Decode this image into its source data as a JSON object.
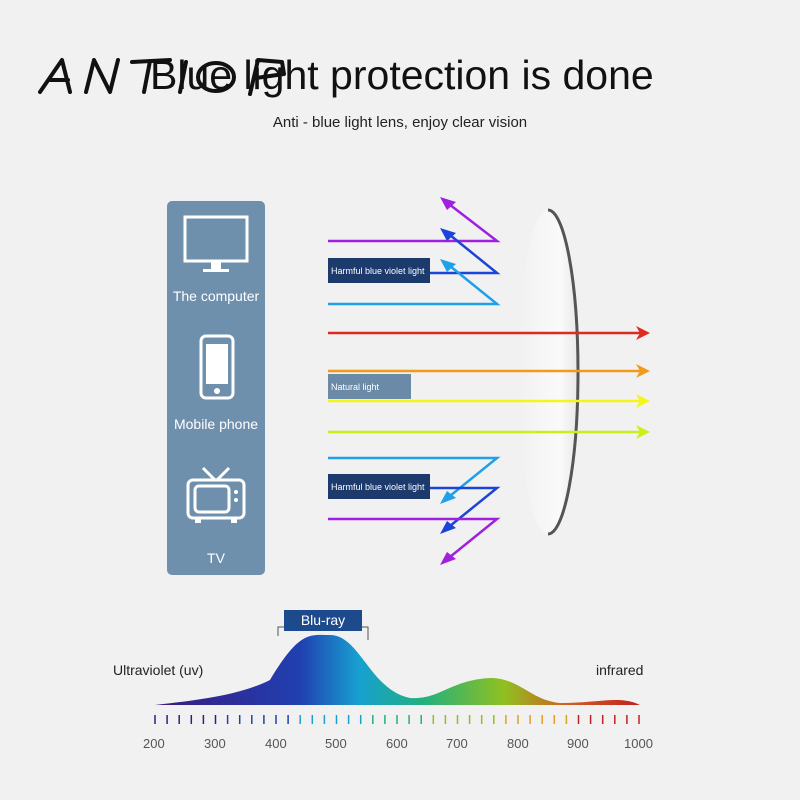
{
  "logo": "ANTIOP",
  "title": "Blue light protection is done",
  "subtitle": "Anti - blue light lens, enjoy clear vision",
  "devices": [
    {
      "label": "The computer",
      "icon": "monitor-icon"
    },
    {
      "label": "Mobile phone",
      "icon": "phone-icon"
    },
    {
      "label": "TV",
      "icon": "tv-icon"
    }
  ],
  "tags": {
    "harmful": "Harmful blue violet light",
    "natural": "Natural light"
  },
  "spectrum": {
    "highlight": "Blu-ray",
    "left_label": "Ultraviolet (uv)",
    "right_label": "infrared",
    "ticks": [
      "200",
      "300",
      "400",
      "500",
      "600",
      "700",
      "800",
      "900",
      "1000"
    ]
  },
  "colors": {
    "violet": "#a020e0",
    "blue": "#1c44d8",
    "sky": "#1fa0e8",
    "red": "#e02a20",
    "orange": "#f39a1b",
    "yellow": "#f5f516",
    "lime": "#c8f01a",
    "panel": "#6f90ad",
    "tag": "#1d3a6c"
  }
}
